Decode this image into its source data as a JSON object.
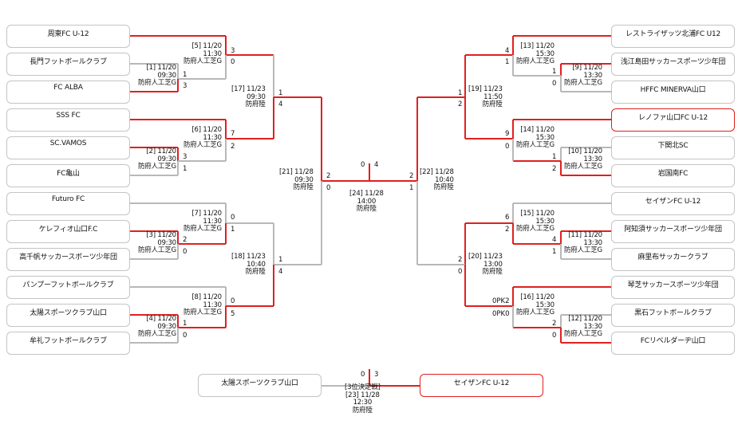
{
  "left_teams": [
    "周東FC U-12",
    "長門フットボールクラブ",
    "FC ALBA",
    "SSS FC",
    "SC.VAMOS",
    "FC亀山",
    "Futuro FC",
    "ケレフィオ山口F.C",
    "高千帆サッカースポーツ少年団",
    "パンプーフットボールクラブ",
    "太陽スポーツクラブ山口",
    "牟礼フットボールクラブ"
  ],
  "right_teams": [
    "レストライザッツ北浦FC U12",
    "浅江島田サッカースポーツ少年団",
    "HFFC MINERVA山口",
    "レノファ山口FC U-12",
    "下関北SC",
    "岩国南FC",
    "セイザンFC U-12",
    "阿知須サッカースポーツ少年団",
    "麻里布サッカークラブ",
    "琴芝サッカースポーツ少年団",
    "黒石フットボールクラブ",
    "FCリベルダーヂ山口"
  ],
  "third_place": {
    "left": "太陽スポーツクラブ山口",
    "right": "セイザンFC U-12"
  },
  "matches": [
    {
      "id": "m1",
      "lines": [
        "[1] 11/20",
        "09:30",
        "防府人工芝G"
      ],
      "s1": "1",
      "s2": "3"
    },
    {
      "id": "m2",
      "lines": [
        "[2] 11/20",
        "09:30",
        "防府人工芝G"
      ],
      "s1": "3",
      "s2": "1"
    },
    {
      "id": "m3",
      "lines": [
        "[3] 11/20",
        "09:30",
        "防府人工芝G"
      ],
      "s1": "2",
      "s2": "0"
    },
    {
      "id": "m4",
      "lines": [
        "[4] 11/20",
        "09:30",
        "防府人工芝G"
      ],
      "s1": "1",
      "s2": "0"
    },
    {
      "id": "m5",
      "lines": [
        "[5] 11/20",
        "11:30",
        "防府人工芝G"
      ],
      "s1": "3",
      "s2": "0"
    },
    {
      "id": "m6",
      "lines": [
        "[6] 11/20",
        "11:30",
        "防府人工芝G"
      ],
      "s1": "7",
      "s2": "2"
    },
    {
      "id": "m7",
      "lines": [
        "[7] 11/20",
        "11:30",
        "防府人工芝G"
      ],
      "s1": "0",
      "s2": "1"
    },
    {
      "id": "m8",
      "lines": [
        "[8] 11/20",
        "11:30",
        "防府人工芝G"
      ],
      "s1": "0",
      "s2": "5"
    },
    {
      "id": "m17",
      "lines": [
        "[17] 11/23",
        "09:30",
        "防府陸"
      ],
      "s1": "1",
      "s2": "4"
    },
    {
      "id": "m18",
      "lines": [
        "[18] 11/23",
        "10:40",
        "防府陸"
      ],
      "s1": "1",
      "s2": "4"
    },
    {
      "id": "m21",
      "lines": [
        "[21] 11/28",
        "09:30",
        "防府陸"
      ],
      "s1": "2",
      "s2": "0"
    },
    {
      "id": "m24",
      "lines": [
        "[24] 11/28",
        "14:00",
        "防府陸"
      ],
      "s1": "0",
      "s2": "4"
    },
    {
      "id": "m22",
      "lines": [
        "[22] 11/28",
        "10:40",
        "防府陸"
      ],
      "s1": "2",
      "s2": "1"
    },
    {
      "id": "m19",
      "lines": [
        "[19] 11/23",
        "11:50",
        "防府陸"
      ],
      "s1": "1",
      "s2": "2"
    },
    {
      "id": "m20",
      "lines": [
        "[20] 11/23",
        "13:00",
        "防府陸"
      ],
      "s1": "2",
      "s2": "0"
    },
    {
      "id": "m13",
      "lines": [
        "[13] 11/20",
        "15:30",
        "防府人工芝G"
      ],
      "s1": "4",
      "s2": "1"
    },
    {
      "id": "m14",
      "lines": [
        "[14] 11/20",
        "15:30",
        "防府人工芝G"
      ],
      "s1": "9",
      "s2": "0"
    },
    {
      "id": "m15",
      "lines": [
        "[15] 11/20",
        "15:30",
        "防府人工芝G"
      ],
      "s1": "6",
      "s2": "2"
    },
    {
      "id": "m16",
      "lines": [
        "[16] 11/20",
        "15:30",
        "防府人工芝G"
      ],
      "s1": "0PK2",
      "s2": "0PK0"
    },
    {
      "id": "m9",
      "lines": [
        "[9] 11/20",
        "13:30",
        "防府人工芝G"
      ],
      "s1": "1",
      "s2": "0"
    },
    {
      "id": "m10",
      "lines": [
        "[10] 11/20",
        "13:30",
        "防府人工芝G"
      ],
      "s1": "1",
      "s2": "2"
    },
    {
      "id": "m11",
      "lines": [
        "[11] 11/20",
        "13:30",
        "防府人工芝G"
      ],
      "s1": "4",
      "s2": "1"
    },
    {
      "id": "m12",
      "lines": [
        "[12] 11/20",
        "13:30",
        "防府人工芝G"
      ],
      "s1": "2",
      "s2": "0"
    },
    {
      "id": "m23",
      "lines": [
        "[3位決定戦]",
        "[23] 11/28",
        "12:30",
        "防府陸"
      ],
      "s1": "0",
      "s2": "3"
    }
  ],
  "colors": {
    "win": "#e02020",
    "lose": "#b8b8b8",
    "border": "#c4c4c4"
  }
}
